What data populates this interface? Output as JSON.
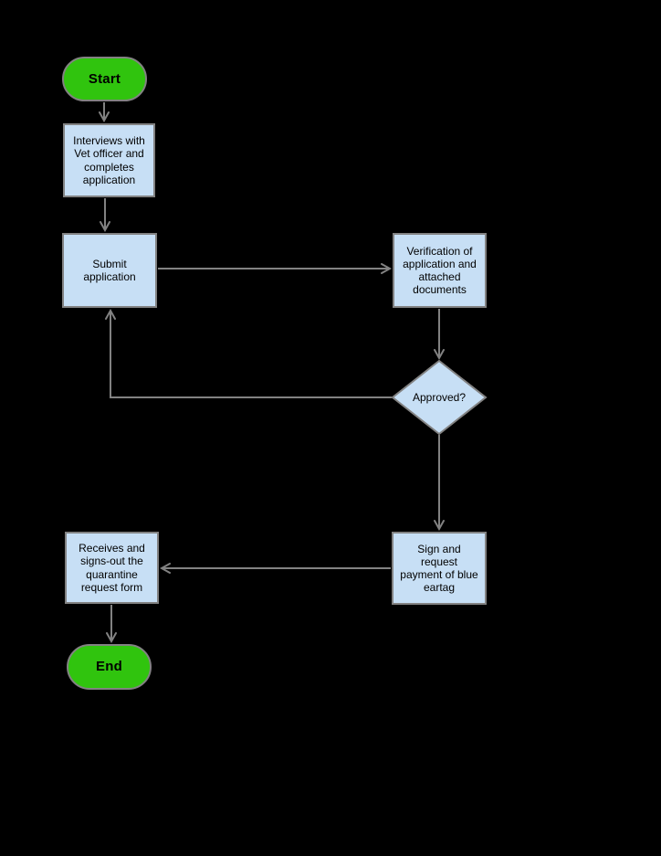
{
  "colors": {
    "node_fill": "#c7dff5",
    "terminal_fill": "#30c40e",
    "stroke": "#828282",
    "text_color": "#000000",
    "background": "#000000"
  },
  "flowchart": {
    "nodes": {
      "start": {
        "label": "Start",
        "type": "terminal"
      },
      "interview": {
        "label": "Interviews with\nVet officer and\ncompletes\napplication",
        "type": "process"
      },
      "submit": {
        "label": "Submit\napplication",
        "type": "process"
      },
      "verification": {
        "label": "Verification of\napplication and\nattached\ndocuments",
        "type": "process"
      },
      "approved": {
        "label": "Approved?",
        "type": "decision"
      },
      "sign": {
        "label": "Sign and\nrequest\npayment of blue\neartag",
        "type": "process"
      },
      "receive": {
        "label": "Receives and\nsigns-out the\nquarantine\nrequest form",
        "type": "process"
      },
      "end": {
        "label": "End",
        "type": "terminal"
      }
    },
    "edges": [
      {
        "from": "start",
        "to": "interview"
      },
      {
        "from": "interview",
        "to": "submit"
      },
      {
        "from": "submit",
        "to": "verification"
      },
      {
        "from": "verification",
        "to": "approved"
      },
      {
        "from": "approved",
        "to": "submit"
      },
      {
        "from": "approved",
        "to": "sign"
      },
      {
        "from": "sign",
        "to": "receive"
      },
      {
        "from": "receive",
        "to": "end"
      }
    ]
  }
}
